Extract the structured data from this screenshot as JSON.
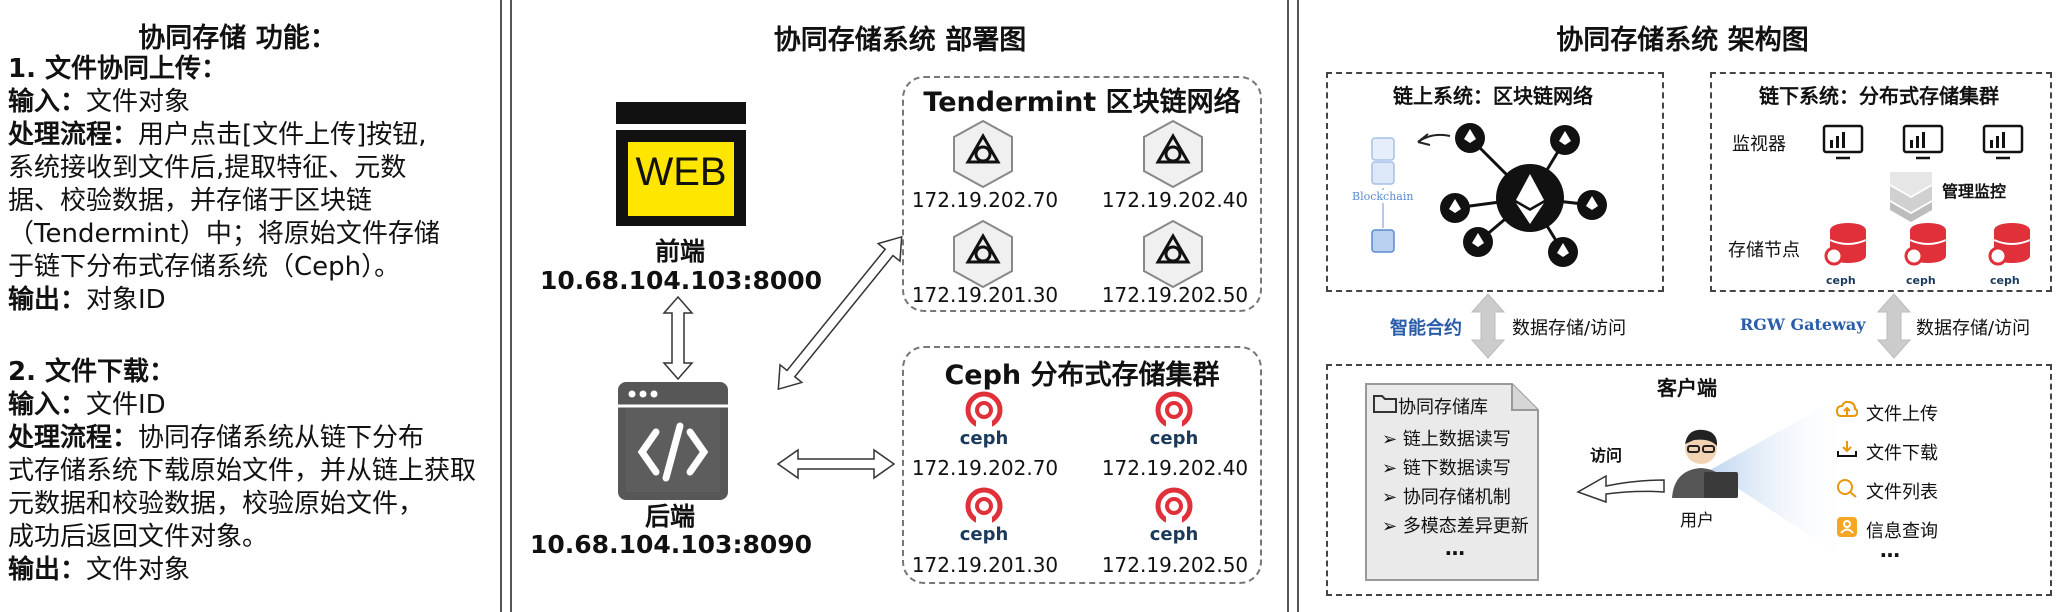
{
  "left": {
    "title": "协同存储 功能：",
    "s1_heading": "1. 文件协同上传：",
    "s1_input_label": "输入：",
    "s1_input": "文件对象",
    "s1_proc_label": "处理流程：",
    "s1_proc_lines": [
      "用户点击[文件上传]按钮,",
      "系统接收到文件后,提取特征、元数",
      "据、校验数据，并存储于区块链",
      "（Tendermint）中；将原始文件存储",
      "于链下分布式存储系统（Ceph）。"
    ],
    "s1_output_label": "输出：",
    "s1_output": "对象ID",
    "s2_heading": "2. 文件下载：",
    "s2_input_label": "输入：",
    "s2_input": "文件ID",
    "s2_proc_label": "处理流程：",
    "s2_proc_lines": [
      "协同存储系统从链下分布",
      "式存储系统下载原始文件，并从链上获取",
      "元数据和校验数据，校验原始文件，",
      "成功后返回文件对象。"
    ],
    "s2_output_label": "输出：",
    "s2_output": "文件对象"
  },
  "middle": {
    "title": "协同存储系统 部署图",
    "web_label": "WEB",
    "frontend_label": "前端",
    "frontend_addr": "10.68.104.103:8000",
    "backend_label": "后端",
    "backend_addr": "10.68.104.103:8090",
    "tendermint_title": "Tendermint 区块链网络",
    "tendermint_nodes": [
      "172.19.202.70",
      "172.19.202.40",
      "172.19.201.30",
      "172.19.202.50"
    ],
    "ceph_title": "Ceph 分布式存储集群",
    "ceph_word": "ceph",
    "ceph_nodes": [
      "172.19.202.70",
      "172.19.202.40",
      "172.19.201.30",
      "172.19.202.50"
    ]
  },
  "right": {
    "title": "协同存储系统 架构图",
    "onchain_title": "链上系统：区块链网络",
    "blockchain_label": "Blockchain",
    "offchain_title": "链下系统：分布式存储集群",
    "monitor_label": "监视器",
    "manage_label": "管理监控",
    "storage_label": "存储节点",
    "ceph_word": "ceph",
    "smart_contract": "智能合约",
    "data_access_1": "数据存储/访问",
    "rgw_gateway": "RGW Gateway",
    "data_access_2": "数据存储/访问",
    "client_title": "客户端",
    "lib_title": "协同存储库",
    "lib_items": [
      "链上数据读写",
      "链下数据读写",
      "协同存储机制",
      "多模态差异更新"
    ],
    "lib_more": "…",
    "access_label": "访问",
    "user_label": "用户",
    "features": [
      "文件上传",
      "文件下载",
      "文件列表",
      "信息查询"
    ],
    "features_more": "…",
    "colors": {
      "accent_blue": "#2a5caa",
      "ceph_red": "#e0303a",
      "bitcoin_dark": "#111111"
    }
  }
}
